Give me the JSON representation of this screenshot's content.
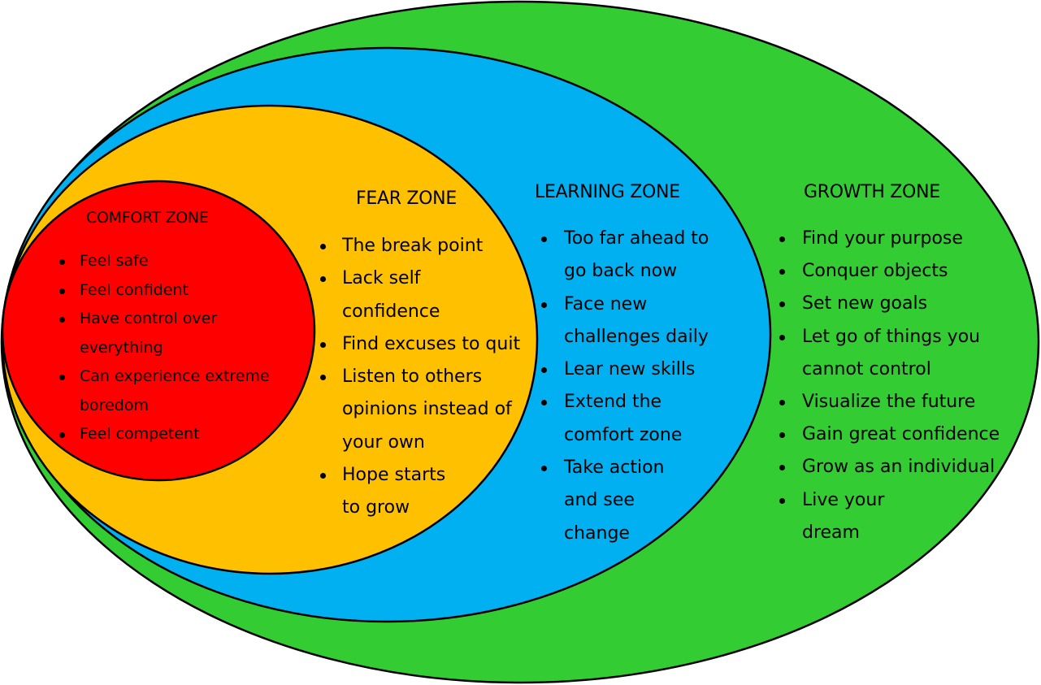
{
  "diagram": {
    "type": "nested-zones",
    "zones": [
      {
        "id": "growth",
        "title": "GROWTH ZONE",
        "color": "#33cc33",
        "items": [
          [
            "Find your purpose"
          ],
          [
            "Conquer objects"
          ],
          [
            "Set new goals"
          ],
          [
            "Let go of things you",
            "cannot control"
          ],
          [
            "Visualize the future"
          ],
          [
            "Gain great confidence"
          ],
          [
            "Grow as an individual"
          ],
          [
            "Live your",
            "dream"
          ]
        ]
      },
      {
        "id": "learning",
        "title": "LEARNING ZONE",
        "color": "#00b0f0",
        "items": [
          [
            "Too far ahead to",
            "go back now"
          ],
          [
            "Face new",
            "challenges daily"
          ],
          [
            "Lear new skills"
          ],
          [
            "Extend the",
            "comfort zone"
          ],
          [
            "Take action",
            "and see",
            "change"
          ]
        ]
      },
      {
        "id": "fear",
        "title": "FEAR ZONE",
        "color": "#ffc000",
        "items": [
          [
            "The break point"
          ],
          [
            "Lack self",
            "confidence"
          ],
          [
            "Find excuses to quit"
          ],
          [
            "Listen to others",
            "opinions instead of",
            "your own"
          ],
          [
            "Hope starts",
            "to grow"
          ]
        ]
      },
      {
        "id": "comfort",
        "title": "COMFORT ZONE",
        "color": "#ff0000",
        "items": [
          [
            "Feel safe"
          ],
          [
            "Feel confident"
          ],
          [
            "Have control over",
            "everything"
          ],
          [
            "Can experience extreme",
            "boredom"
          ],
          [
            "Feel competent"
          ]
        ]
      }
    ],
    "outline_color": "#000000",
    "background_color": "#ffffff"
  }
}
